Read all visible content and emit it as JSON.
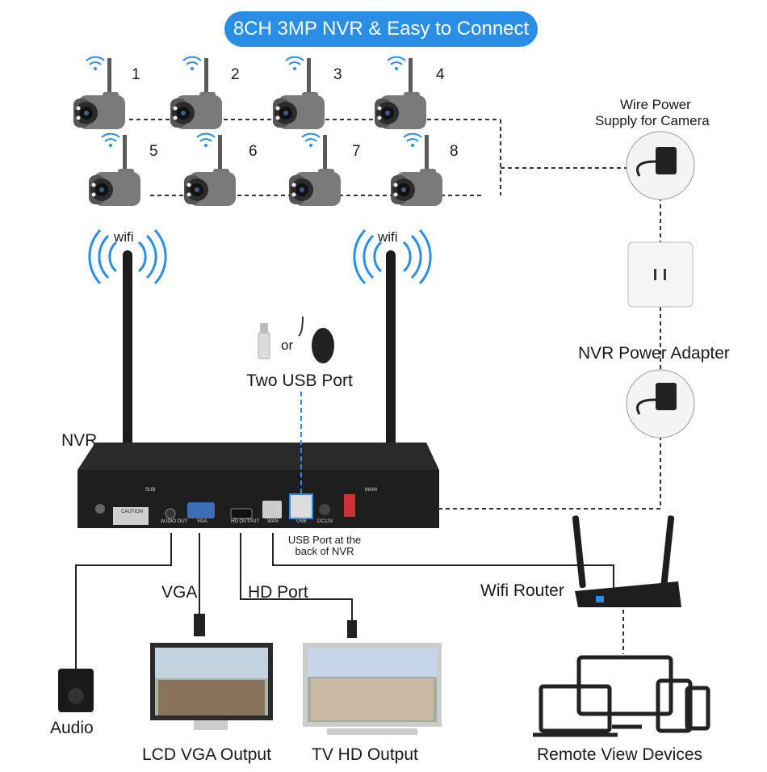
{
  "title": "8CH 3MP NVR & Easy to Connect",
  "cameras": [
    "1",
    "2",
    "3",
    "4",
    "5",
    "6",
    "7",
    "8"
  ],
  "wifi_labels": [
    "wifi",
    "wifi"
  ],
  "usb": {
    "or": "or",
    "label": "Two USB Port",
    "back_label_line1": "USB Port at the",
    "back_label_line2": "back of NVR"
  },
  "nvr": {
    "label": "NVR",
    "ports": [
      "AUDIO OUT",
      "VGA",
      "HD OUTPUT",
      "WAN",
      "USB",
      "DC12V"
    ],
    "caution": "CAUTION",
    "sub": "SUB",
    "main": "MAIN"
  },
  "power": {
    "wire_line1": "Wire Power",
    "wire_line2": "Supply for Camera",
    "adapter": "NVR Power Adapter"
  },
  "router": {
    "label": "Wifi Router"
  },
  "outputs": {
    "vga": "VGA",
    "hd": "HD Port",
    "audio": "Audio",
    "lcd": "LCD VGA Output",
    "tv": "TV HD Output",
    "remote": "Remote View Devices"
  },
  "colors": {
    "accent": "#2a8ee6",
    "device_dark": "#1e1e1e",
    "camera_gray": "#6b6b6b"
  }
}
